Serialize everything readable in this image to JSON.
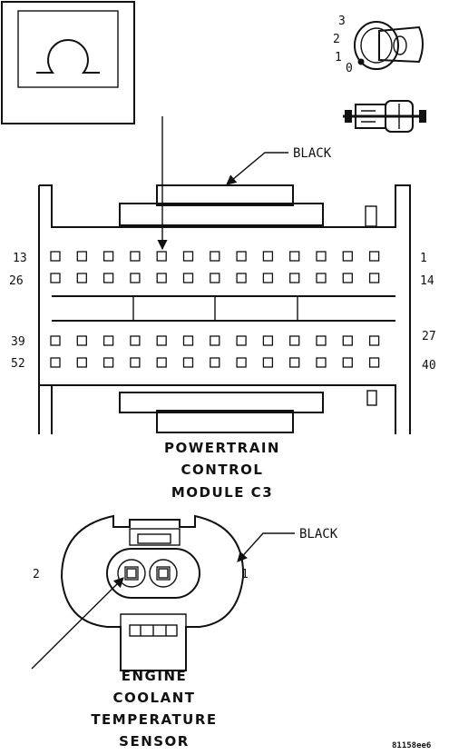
{
  "meter_box": {
    "symbol": "Ω"
  },
  "ignition_positions": [
    "3",
    "2",
    "1",
    "0"
  ],
  "key_letter": "0",
  "pcm_connector": {
    "color_label": "BLACK",
    "pin_labels": {
      "row1_left": "13",
      "row1_right": "1",
      "row2_left": "26",
      "row2_right": "14",
      "row3_left": "39",
      "row3_right": "27",
      "row4_left": "52",
      "row4_right": "40"
    },
    "title_lines": [
      "POWERTRAIN",
      "CONTROL",
      "MODULE C3"
    ]
  },
  "sensor_connector": {
    "color_label": "BLACK",
    "pin_left": "2",
    "pin_right": "1",
    "title_lines": [
      "ENGINE",
      "COOLANT",
      "TEMPERATURE",
      "SENSOR"
    ]
  },
  "figure_id": "81158ee6"
}
